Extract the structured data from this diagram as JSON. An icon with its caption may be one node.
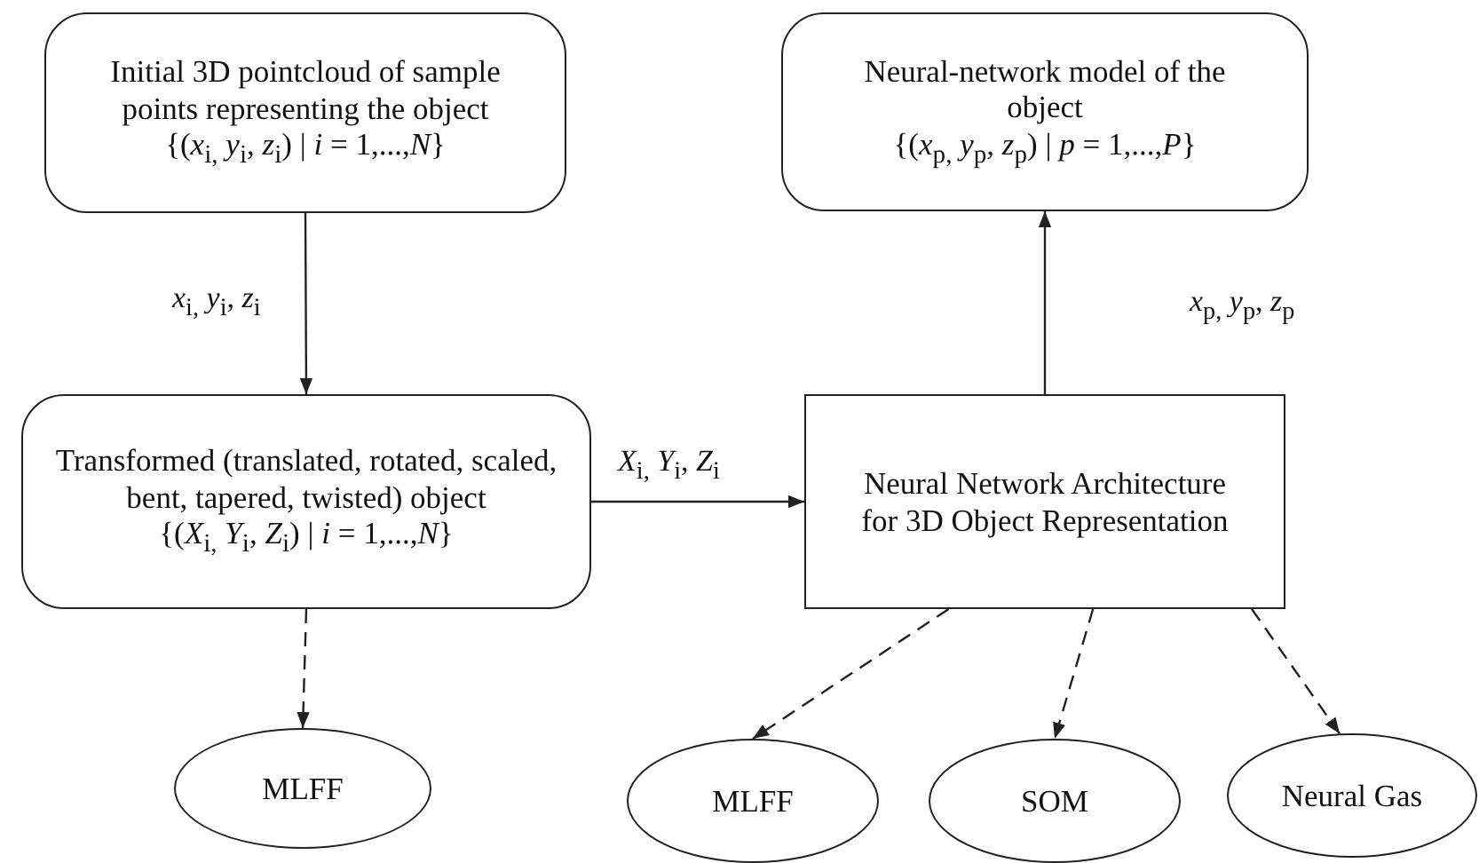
{
  "diagram": {
    "nodes": [
      {
        "text": [
          "Initial 3D pointcloud of sample points representing the object",
          "{(*x*$_{i,}$ *y*$_{i}$, *z*$_{i}$) | *i* = 1,...,*N*}"
        ]
      },
      {
        "text": [
          "Transformed (translated, rotated, scaled, bent, tapered, twisted) object",
          "{(*X*$_{i,}$ *Y*$_{i}$, *Z*$_{i}$) | *i* = 1,...,*N*}"
        ]
      },
      {
        "text": [
          "Neural-network model of the object",
          "{(*x*$_{p,}$ *y*$_{p}$, *z*$_{p}$) | *p* = 1,...,*P*}"
        ]
      },
      {
        "text": [
          "Neural Network Architecture for 3D Object Representation"
        ]
      },
      {
        "text": [
          "MLFF"
        ]
      },
      {
        "text": [
          "MLFF"
        ]
      },
      {
        "text": [
          "SOM"
        ]
      },
      {
        "text": [
          "Neural Gas"
        ]
      }
    ],
    "edges": [
      {
        "from": 0,
        "to": 1,
        "arrow": "to",
        "label": "*x*$_{i,}$ *y*$_{i}$, *z*$_{i}$"
      },
      {
        "from": 1,
        "to": 3,
        "arrow": "to",
        "label": "*X*$_{i,}$ *Y*$_{i}$, *Z*$_{i}$"
      },
      {
        "from": 3,
        "to": 2,
        "arrow": "to",
        "label": "*x*$_{p,}$ *y*$_{p}$, *z*$_{p}$"
      },
      {
        "from": 1,
        "to": 4,
        "arrow": "to",
        "style": "dashed"
      },
      {
        "from": 3,
        "to": 5,
        "arrow": "to",
        "style": "dashed"
      },
      {
        "from": 3,
        "to": 6,
        "arrow": "to",
        "style": "dashed"
      },
      {
        "from": 3,
        "to": 7,
        "arrow": "to",
        "style": "dashed"
      }
    ]
  }
}
